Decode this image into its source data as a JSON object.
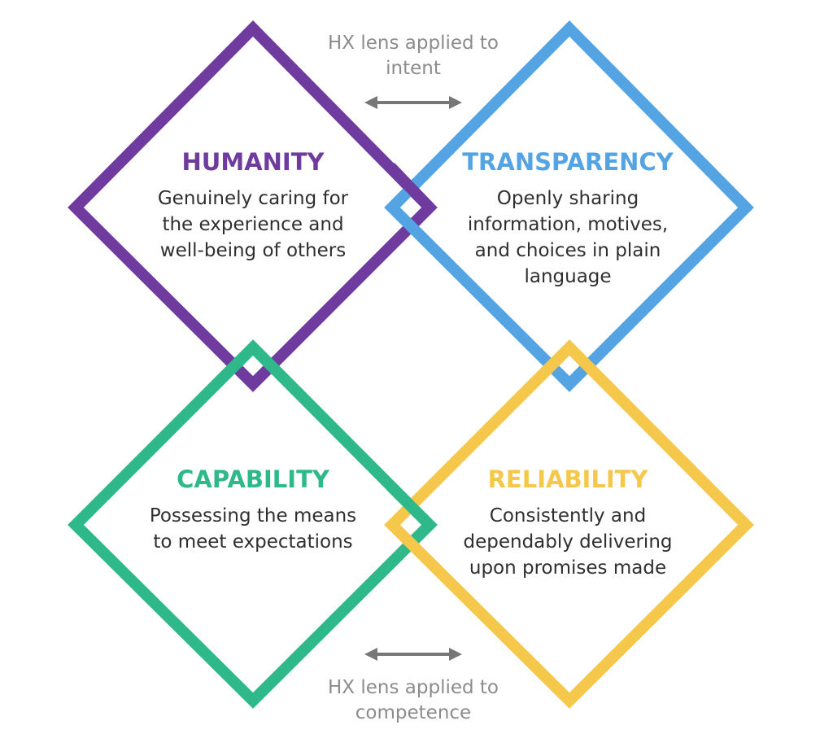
{
  "colors": {
    "humanity": "#6f3b9e",
    "transparency": "#54a4e3",
    "capability": "#2fb98a",
    "reliability": "#f5c84c",
    "arrow": "#777777",
    "lens_text": "#8c8c8c",
    "body_text": "#2f2f2f"
  },
  "quadrants": {
    "humanity": {
      "title": "HUMANITY",
      "description": "Genuinely caring for\nthe experience and\nwell-being of others"
    },
    "transparency": {
      "title": "TRANSPARENCY",
      "description": "Openly sharing\ninformation, motives,\nand choices in plain\nlanguage"
    },
    "capability": {
      "title": "CAPABILITY",
      "description": "Possessing the means\nto meet expectations"
    },
    "reliability": {
      "title": "RELIABILITY",
      "description": "Consistently and\ndependably delivering\nupon promises made"
    }
  },
  "lenses": {
    "intent": "HX lens applied to\nintent",
    "competence": "HX lens applied to\ncompetence"
  },
  "icons": {
    "top_arrow": "double-headed-arrow",
    "bottom_arrow": "double-headed-arrow"
  }
}
